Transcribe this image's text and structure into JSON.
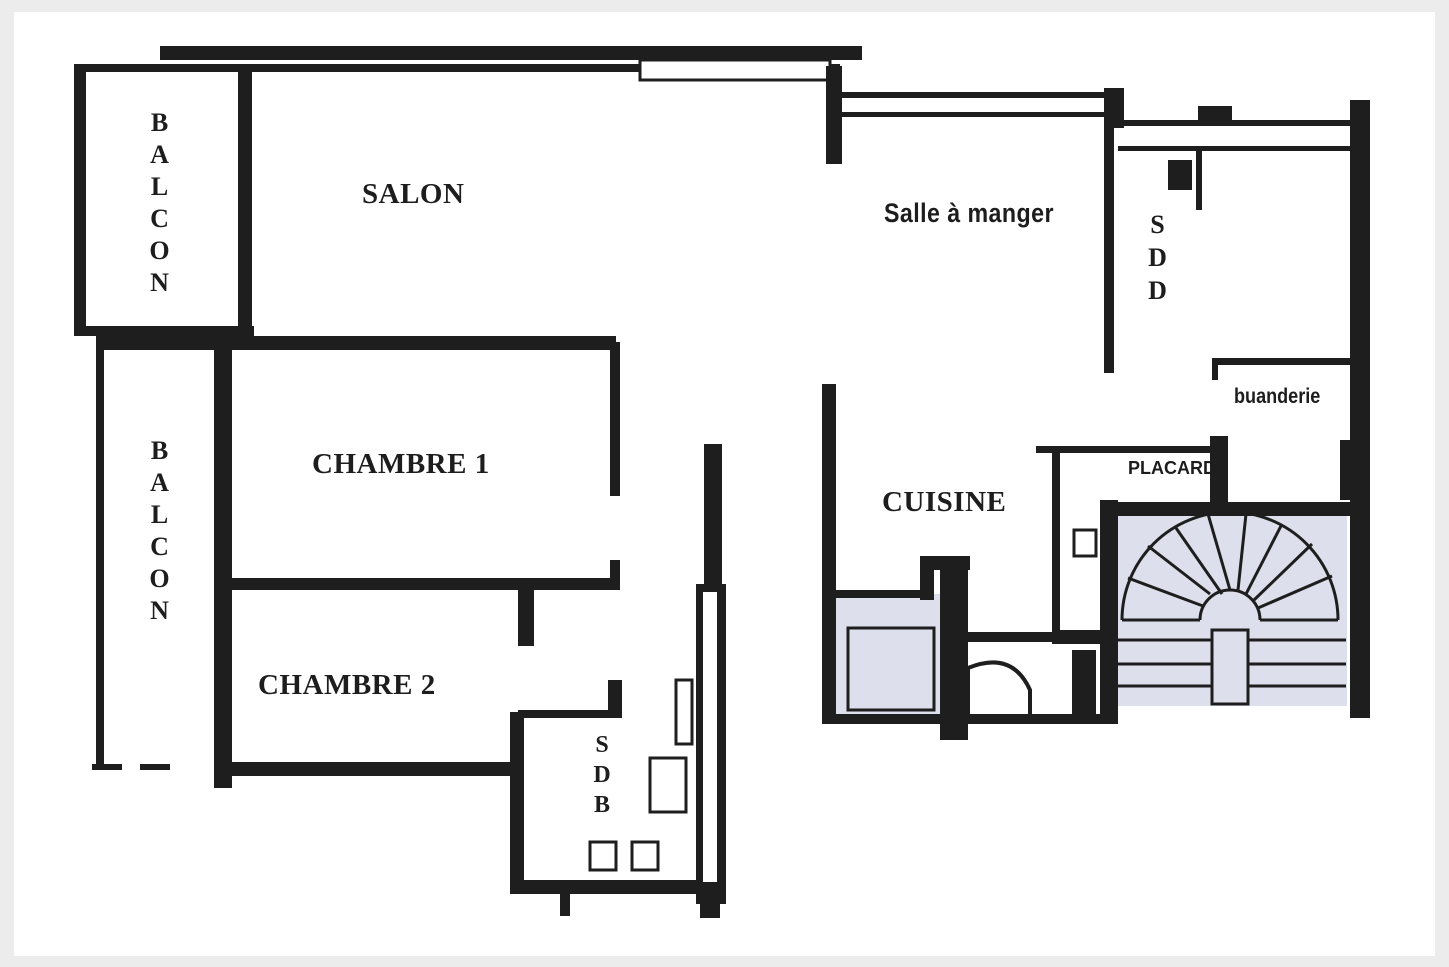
{
  "plan": {
    "rooms": {
      "balcon_1": "BALCON",
      "salon": "SALON",
      "salle_a_manger": "Salle à manger",
      "sdd": "SDD",
      "buanderie": "buanderie",
      "balcon_2": "BALCON",
      "chambre_1": "CHAMBRE 1",
      "cuisine": "CUISINE",
      "placard": "PLACARD",
      "chambre_2": "CHAMBRE 2",
      "sdb": "SDB"
    },
    "colors": {
      "background": "#ececec",
      "paper": "#ffffff",
      "wall": "#1e1e1e",
      "label": "#1d1d1d",
      "shaded_area": "#dde0ec"
    }
  }
}
